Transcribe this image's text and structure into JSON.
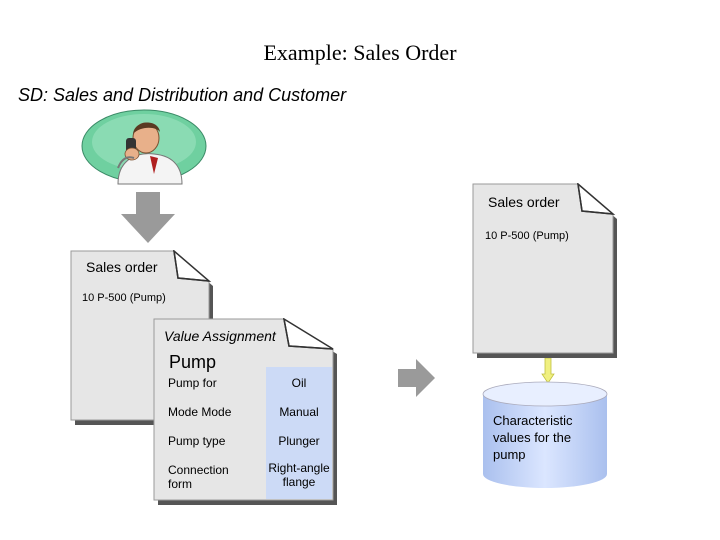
{
  "title": "Example: Sales Order",
  "subtitle": "SD: Sales and Distribution and Customer",
  "right_doc": {
    "heading": "Sales order",
    "item": "10 P-500 (Pump)"
  },
  "left_doc": {
    "heading": "Sales order",
    "item": "10 P-500 (Pump)"
  },
  "value_assignment": {
    "heading": "Value Assignment",
    "section": "Pump",
    "rows": [
      {
        "label": "Pump for",
        "value": "Oil"
      },
      {
        "label": "Mode Mode",
        "value": "Manual"
      },
      {
        "label": "Pump type",
        "value": "Plunger"
      },
      {
        "label": "Connection form",
        "value": "Right-angle flange"
      }
    ]
  },
  "database": {
    "label": "Characteristic values for the pump"
  },
  "colors": {
    "doc_fill": "#e6e6e6",
    "doc_shadow": "#555555",
    "arrow_gray": "#9a9a9a",
    "db_fill": "#c9d8f5",
    "db_top": "#e8efff",
    "value_cell": "#ccdaf6",
    "connector_yellow": "#f0f080",
    "person_oval": "#6fd0a0"
  },
  "icons": [
    "customer-person-icon",
    "down-arrow-icon",
    "right-arrow-icon",
    "database-cylinder-icon",
    "document-icon"
  ]
}
